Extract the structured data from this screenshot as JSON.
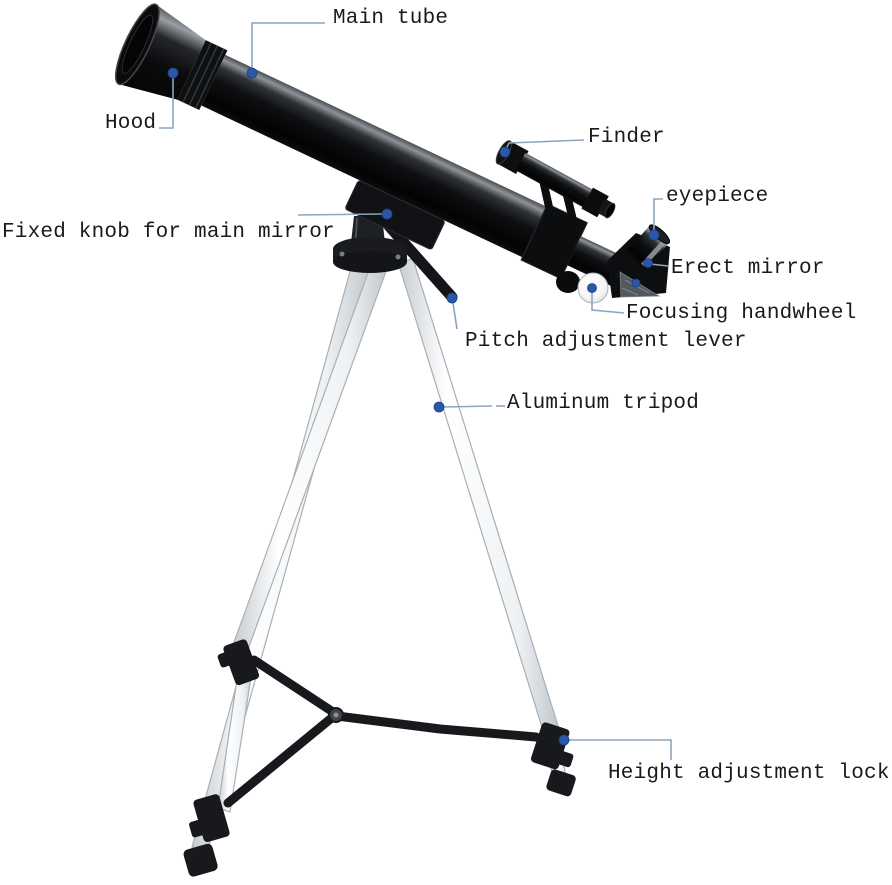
{
  "diagram": {
    "colors": {
      "background": "#ffffff",
      "label_text": "#1a1a1a",
      "leader_line": "#8da4be",
      "anchor_dot": "#2b57a7",
      "tube_black": "#0b0c0d",
      "hardware_black": "#17191c",
      "tripod_leg_white": "#f3f5f7",
      "tripod_leg_edge": "#a8afb6",
      "handwheel_white": "#f4f5f5",
      "prism_face_gray": "#53585e"
    },
    "labels": [
      {
        "id": "main-tube",
        "text": "Main tube"
      },
      {
        "id": "hood",
        "text": "Hood"
      },
      {
        "id": "finder",
        "text": "Finder"
      },
      {
        "id": "eyepiece",
        "text": "eyepiece"
      },
      {
        "id": "fixed-knob-for-main-mirror",
        "text": "Fixed knob for main mirror"
      },
      {
        "id": "erect-mirror",
        "text": "Erect mirror"
      },
      {
        "id": "focusing-handwheel",
        "text": "Focusing handwheel"
      },
      {
        "id": "pitch-adjustment-lever",
        "text": "Pitch adjustment lever"
      },
      {
        "id": "aluminum-tripod",
        "text": "Aluminum tripod"
      },
      {
        "id": "height-adjustment-lock",
        "text": "Height adjustment lock"
      }
    ]
  }
}
